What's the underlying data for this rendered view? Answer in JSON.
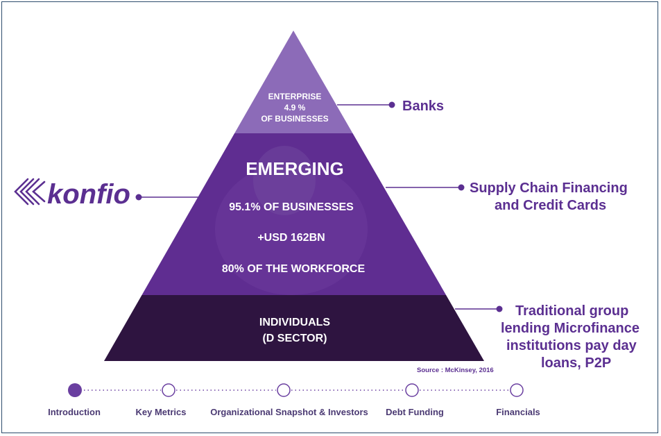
{
  "pyramid": {
    "top": {
      "line1": "ENTERPRISE",
      "line2": "4.9 %",
      "line3": "OF BUSINESSES"
    },
    "middle": {
      "title": "EMERGING",
      "stat1": "95.1% OF BUSINESSES",
      "stat2": "+USD 162BN",
      "stat3": "80% OF THE WORKFORCE"
    },
    "bottom": {
      "line1": "INDIVIDUALS",
      "line2": "(D SECTOR)"
    }
  },
  "callouts": {
    "banks": "Banks",
    "supply_line1": "Supply Chain Financing",
    "supply_line2": "and Credit Cards",
    "trad_line1": "Traditional group",
    "trad_line2": "lending Microfinance",
    "trad_line3": "institutions pay day",
    "trad_line4": "loans, P2P"
  },
  "logo": {
    "text": "konfio"
  },
  "source": "Source : McKinsey, 2016",
  "nav": {
    "steps": [
      {
        "label": "Introduction",
        "active": true
      },
      {
        "label": "Key Metrics",
        "active": false
      },
      {
        "label": "Organizational Snapshot & Investors",
        "active": false
      },
      {
        "label": "Debt Funding",
        "active": false
      },
      {
        "label": "Financials",
        "active": false
      }
    ]
  },
  "colors": {
    "top": "#8c6bb8",
    "middle": "#5f2d91",
    "bottom": "#2e1440",
    "accent": "#5b2f91",
    "nav_dot": "#6a3fa0"
  }
}
